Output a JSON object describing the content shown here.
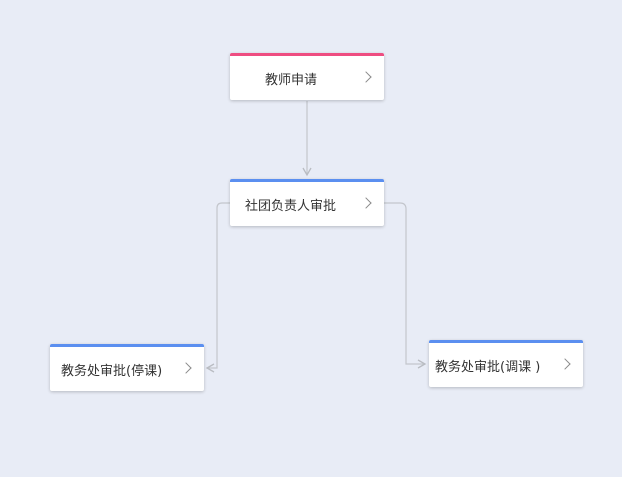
{
  "diagram": {
    "nodes": [
      {
        "id": "teacher-apply",
        "label": "教师申请",
        "accent": "#ee4d81"
      },
      {
        "id": "club-leader-approve",
        "label": "社团负责人审批",
        "accent": "#5b8ff0"
      },
      {
        "id": "academic-approve-suspend",
        "label": "教务处审批(停课)",
        "accent": "#5b8ff0"
      },
      {
        "id": "academic-approve-reschedule",
        "label": "教务处审批(调课 )",
        "accent": "#5b8ff0"
      }
    ],
    "edges": [
      {
        "from": "teacher-apply",
        "to": "club-leader-approve"
      },
      {
        "from": "club-leader-approve",
        "to": "academic-approve-suspend"
      },
      {
        "from": "club-leader-approve",
        "to": "academic-approve-reschedule"
      }
    ],
    "colors": {
      "background": "#e8ecf6",
      "connector": "#c3c6cc"
    },
    "icons": {
      "node_action": "chevron-right-icon"
    }
  }
}
